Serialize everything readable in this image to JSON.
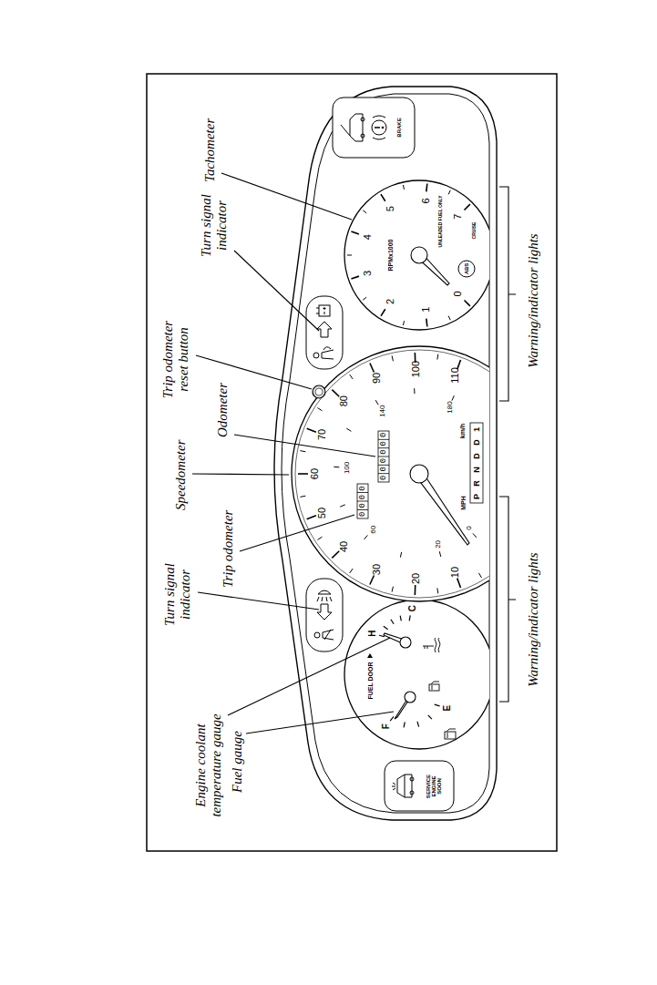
{
  "diagram": {
    "labels": [
      "Tachometer",
      "Turn signal indicator",
      "Trip odometer reset button",
      "Odometer",
      "Speedometer",
      "Trip odometer",
      "Turn signal indicator",
      "Engine coolant temperature gauge",
      "Fuel gauge",
      "Warning/indicator lights",
      "Warning/indicator lights",
      "0",
      "1",
      "2",
      "3",
      "4",
      "5",
      "6",
      "7",
      "RPMx1000",
      "UNLEADED FUEL ONLY",
      "ABS",
      "CRUISE",
      "BRAKE",
      "10",
      "20",
      "30",
      "40",
      "50",
      "60",
      "70",
      "80",
      "90",
      "100",
      "110",
      "0000",
      "000000",
      "0",
      "MPH",
      "20",
      "60",
      "100",
      "140",
      "km/h",
      "180",
      "P R N D D 1",
      "FUEL DOOR",
      "F",
      "E",
      "H",
      "C",
      "SERVICE ENGINE SOON"
    ]
  }
}
